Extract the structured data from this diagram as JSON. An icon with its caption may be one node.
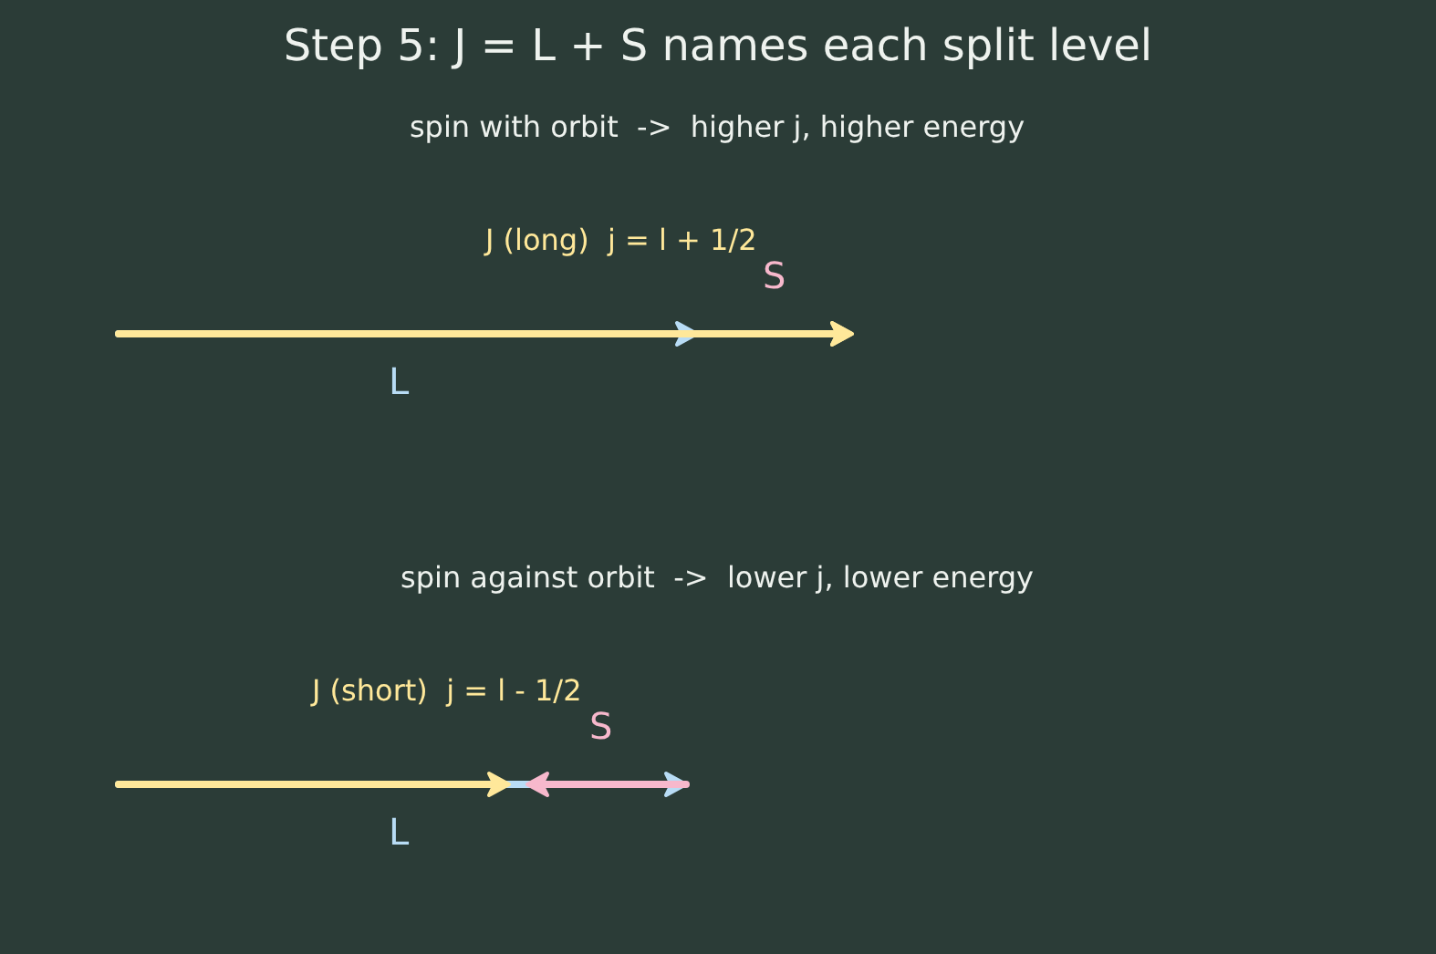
{
  "diagram": {
    "title": "Step 5: J = L + S names each split level",
    "labels": [
      "spin with orbit  ->  higher j, higher energy",
      "J (long)  j = l + 1/2",
      "S",
      "L",
      "spin against orbit  ->  lower j, lower energy",
      "J (short)  j = l - 1/2",
      "S",
      "L"
    ]
  }
}
